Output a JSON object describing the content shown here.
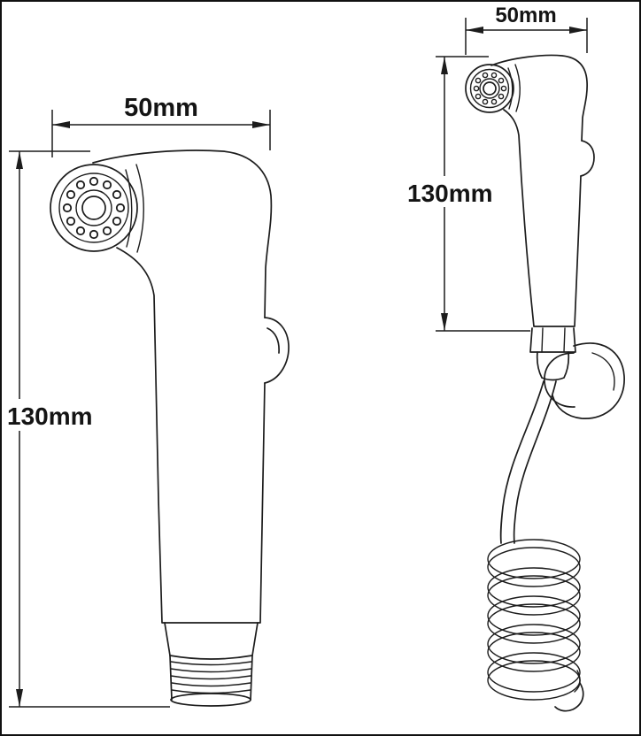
{
  "diagram": {
    "colors": {
      "line": "#1c1c1c",
      "background": "#ffffff"
    },
    "left_view": {
      "width_label": "50mm",
      "height_label": "130mm"
    },
    "right_view": {
      "width_label": "50mm",
      "height_label": "130mm"
    }
  }
}
